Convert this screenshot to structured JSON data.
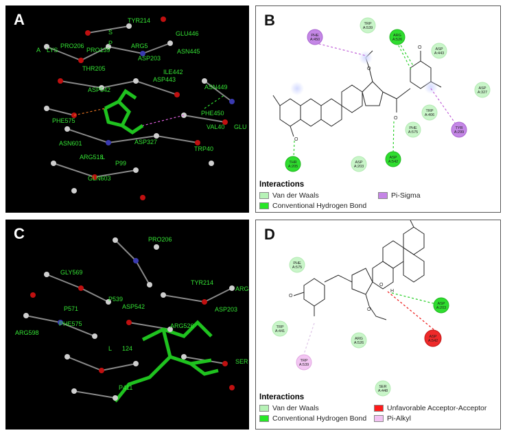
{
  "panels": {
    "A": {
      "letter": "A",
      "residues": [
        "TYR214",
        "S",
        "GLU446",
        "PRO206",
        "A",
        "P",
        "LYS",
        "ARG5",
        "ASN445",
        "PRO139",
        "ASP203",
        "THR205",
        "ILE442",
        "ASP443",
        "ASP542",
        "ASN449",
        "PHE575",
        "PHE450",
        "VAL40",
        "GLU",
        "ASN601",
        "ASP327",
        "TRP40",
        "ARG518",
        "L",
        "P99",
        "GLN603"
      ]
    },
    "B": {
      "letter": "B",
      "residues": [
        {
          "name": "TRP",
          "id": "A:539",
          "type": "vdw"
        },
        {
          "name": "PHE",
          "id": "A:450",
          "type": "pi_sigma"
        },
        {
          "name": "ARG",
          "id": "A:526",
          "type": "hbond"
        },
        {
          "name": "ASP",
          "id": "A:443",
          "type": "vdw"
        },
        {
          "name": "ASP",
          "id": "A:327",
          "type": "vdw"
        },
        {
          "name": "TRP",
          "id": "A:406",
          "type": "vdw"
        },
        {
          "name": "PHE",
          "id": "A:575",
          "type": "vdw"
        },
        {
          "name": "TYR",
          "id": "A:299",
          "type": "pi_sigma"
        },
        {
          "name": "THR",
          "id": "A:205",
          "type": "hbond"
        },
        {
          "name": "ASP",
          "id": "A:203",
          "type": "vdw"
        },
        {
          "name": "ASP",
          "id": "A:542",
          "type": "hbond"
        }
      ],
      "legend": {
        "title": "Interactions",
        "items": [
          {
            "label": "Van der Waals",
            "color": "#b6f2b6"
          },
          {
            "label": "Conventional Hydrogen Bond",
            "color": "#27e627"
          },
          {
            "label": "Pi-Sigma",
            "color": "#c585e6"
          }
        ]
      }
    },
    "C": {
      "letter": "C",
      "residues": [
        "PRO206",
        "GLY569",
        "TYR214",
        "ARG",
        "P539",
        "ASP542",
        "P571",
        "ARG526",
        "ASP203",
        "PHE575",
        "ARG598",
        "L",
        "124",
        "SER",
        "P411"
      ]
    },
    "D": {
      "letter": "D",
      "residues": [
        {
          "name": "PHE",
          "id": "A:575",
          "type": "vdw"
        },
        {
          "name": "ASP",
          "id": "A:203",
          "type": "hbond"
        },
        {
          "name": "TRP",
          "id": "A:441",
          "type": "vdw"
        },
        {
          "name": "ARG",
          "id": "A:526",
          "type": "vdw"
        },
        {
          "name": "ASP",
          "id": "A:542",
          "type": "unfavorable"
        },
        {
          "name": "TRP",
          "id": "A:539",
          "type": "pi_alkyl"
        },
        {
          "name": "SER",
          "id": "A:448",
          "type": "vdw"
        }
      ],
      "legend": {
        "title": "Interactions",
        "items": [
          {
            "label": "Van der Waals",
            "color": "#b6f2b6"
          },
          {
            "label": "Unfavorable Acceptor-Acceptor",
            "color": "#ff1a1a"
          },
          {
            "label": "Conventional Hydrogen Bond",
            "color": "#27e627"
          },
          {
            "label": "Pi-Alkyl",
            "color": "#f2c2f2"
          }
        ]
      }
    }
  }
}
